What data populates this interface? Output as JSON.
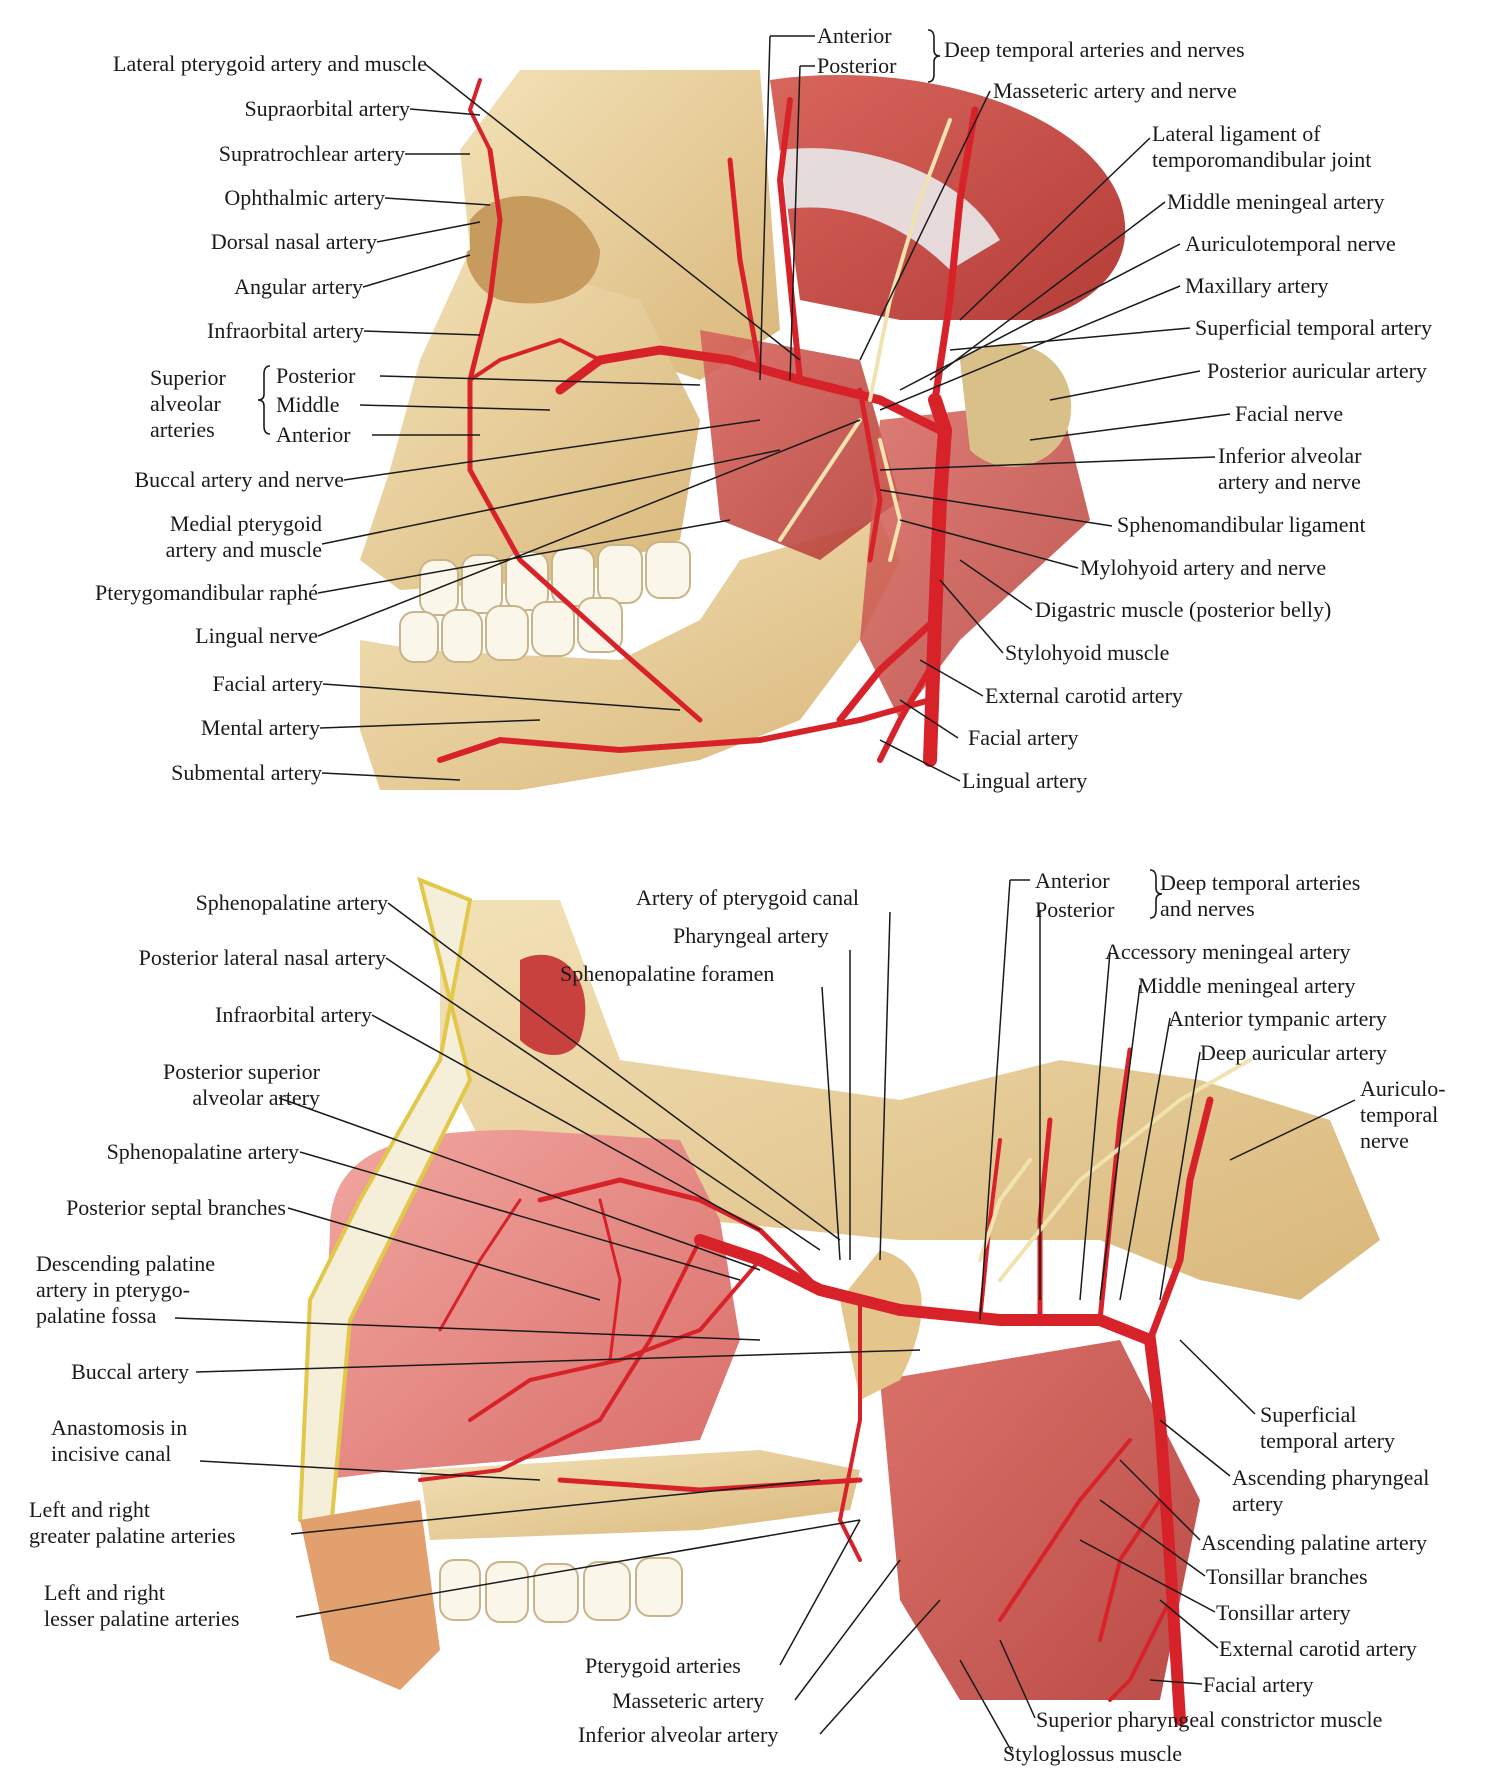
{
  "top_figure": {
    "left_labels": {
      "lateral_pterygoid": "Lateral pterygoid artery and muscle",
      "supraorbital": "Supraorbital artery",
      "supratrochlear": "Supratrochlear artery",
      "ophthalmic": "Ophthalmic artery",
      "dorsal_nasal": "Dorsal nasal artery",
      "angular": "Angular artery",
      "infraorbital": "Infraorbital artery",
      "superior_alveolar_group": "Superior\nalveolar\narteries",
      "sa_posterior": "Posterior",
      "sa_middle": "Middle",
      "sa_anterior": "Anterior",
      "buccal": "Buccal artery and nerve",
      "medial_pterygoid": "Medial pterygoid\nartery and muscle",
      "pterygomandibular": "Pterygomandibular raphé",
      "lingual_nerve": "Lingual nerve",
      "facial_artery": "Facial artery",
      "mental_artery": "Mental artery",
      "submental_artery": "Submental artery"
    },
    "right_labels": {
      "dt_anterior": "Anterior",
      "dt_posterior": "Posterior",
      "deep_temporal": "Deep temporal arteries and nerves",
      "masseteric": "Masseteric artery and nerve",
      "lateral_ligament": "Lateral ligament of\ntemporomandibular joint",
      "middle_meningeal": "Middle meningeal artery",
      "auriculotemporal": "Auriculotemporal nerve",
      "maxillary": "Maxillary artery",
      "superficial_temporal": "Superficial temporal artery",
      "posterior_auricular": "Posterior auricular artery",
      "facial_nerve": "Facial nerve",
      "inferior_alveolar": "Inferior alveolar\nartery and nerve",
      "sphenomandibular": "Sphenomandibular ligament",
      "mylohyoid": "Mylohyoid artery and nerve",
      "digastric": "Digastric muscle (posterior belly)",
      "stylohyoid": "Stylohyoid muscle",
      "external_carotid": "External carotid artery",
      "facial_artery_r": "Facial artery",
      "lingual_artery": "Lingual artery"
    }
  },
  "bottom_figure": {
    "left_labels": {
      "sphenopalatine_1": "Sphenopalatine artery",
      "posterior_lateral_nasal": "Posterior lateral nasal artery",
      "infraorbital": "Infraorbital artery",
      "posterior_superior_alveolar": "Posterior superior\nalveolar artery",
      "sphenopalatine_2": "Sphenopalatine artery",
      "posterior_septal": "Posterior septal branches",
      "descending_palatine": "Descending palatine\nartery in pterygo-\npalatine fossa",
      "buccal": "Buccal artery",
      "anastomosis": "Anastomosis in\nincisive canal",
      "greater_palatine": "Left and right\ngreater palatine arteries",
      "lesser_palatine": "Left and right\nlesser palatine arteries"
    },
    "top_labels": {
      "pterygoid_canal": "Artery of pterygoid canal",
      "pharyngeal": "Pharyngeal artery",
      "sphenopalatine_foramen": "Sphenopalatine foramen"
    },
    "right_labels": {
      "dt_anterior": "Anterior",
      "dt_posterior": "Posterior",
      "deep_temporal": "Deep temporal arteries\nand nerves",
      "accessory_meningeal": "Accessory meningeal artery",
      "middle_meningeal": "Middle meningeal artery",
      "anterior_tympanic": "Anterior tympanic artery",
      "deep_auricular": "Deep auricular artery",
      "auriculotemporal": "Auriculo-\ntemporal\nnerve",
      "superficial_temporal": "Superficial\ntemporal artery",
      "ascending_pharyngeal": "Ascending pharyngeal\nartery",
      "ascending_palatine": "Ascending palatine artery",
      "tonsillar_branches": "Tonsillar branches",
      "tonsillar_artery": "Tonsillar artery",
      "external_carotid": "External carotid artery",
      "facial_artery": "Facial artery",
      "superior_pharyngeal": "Superior pharyngeal constrictor muscle",
      "styloglossus": "Styloglossus muscle"
    },
    "bottom_labels": {
      "pterygoid_arteries": "Pterygoid arteries",
      "masseteric": "Masseteric artery",
      "inferior_alveolar": "Inferior alveolar artery"
    }
  },
  "colors": {
    "bone": "#e8cf9a",
    "artery": "#d8222a",
    "muscle": "#c8504a",
    "nerve": "#f1e3b0",
    "mucosa": "#e58a86",
    "leader": "#1a1a1a"
  }
}
